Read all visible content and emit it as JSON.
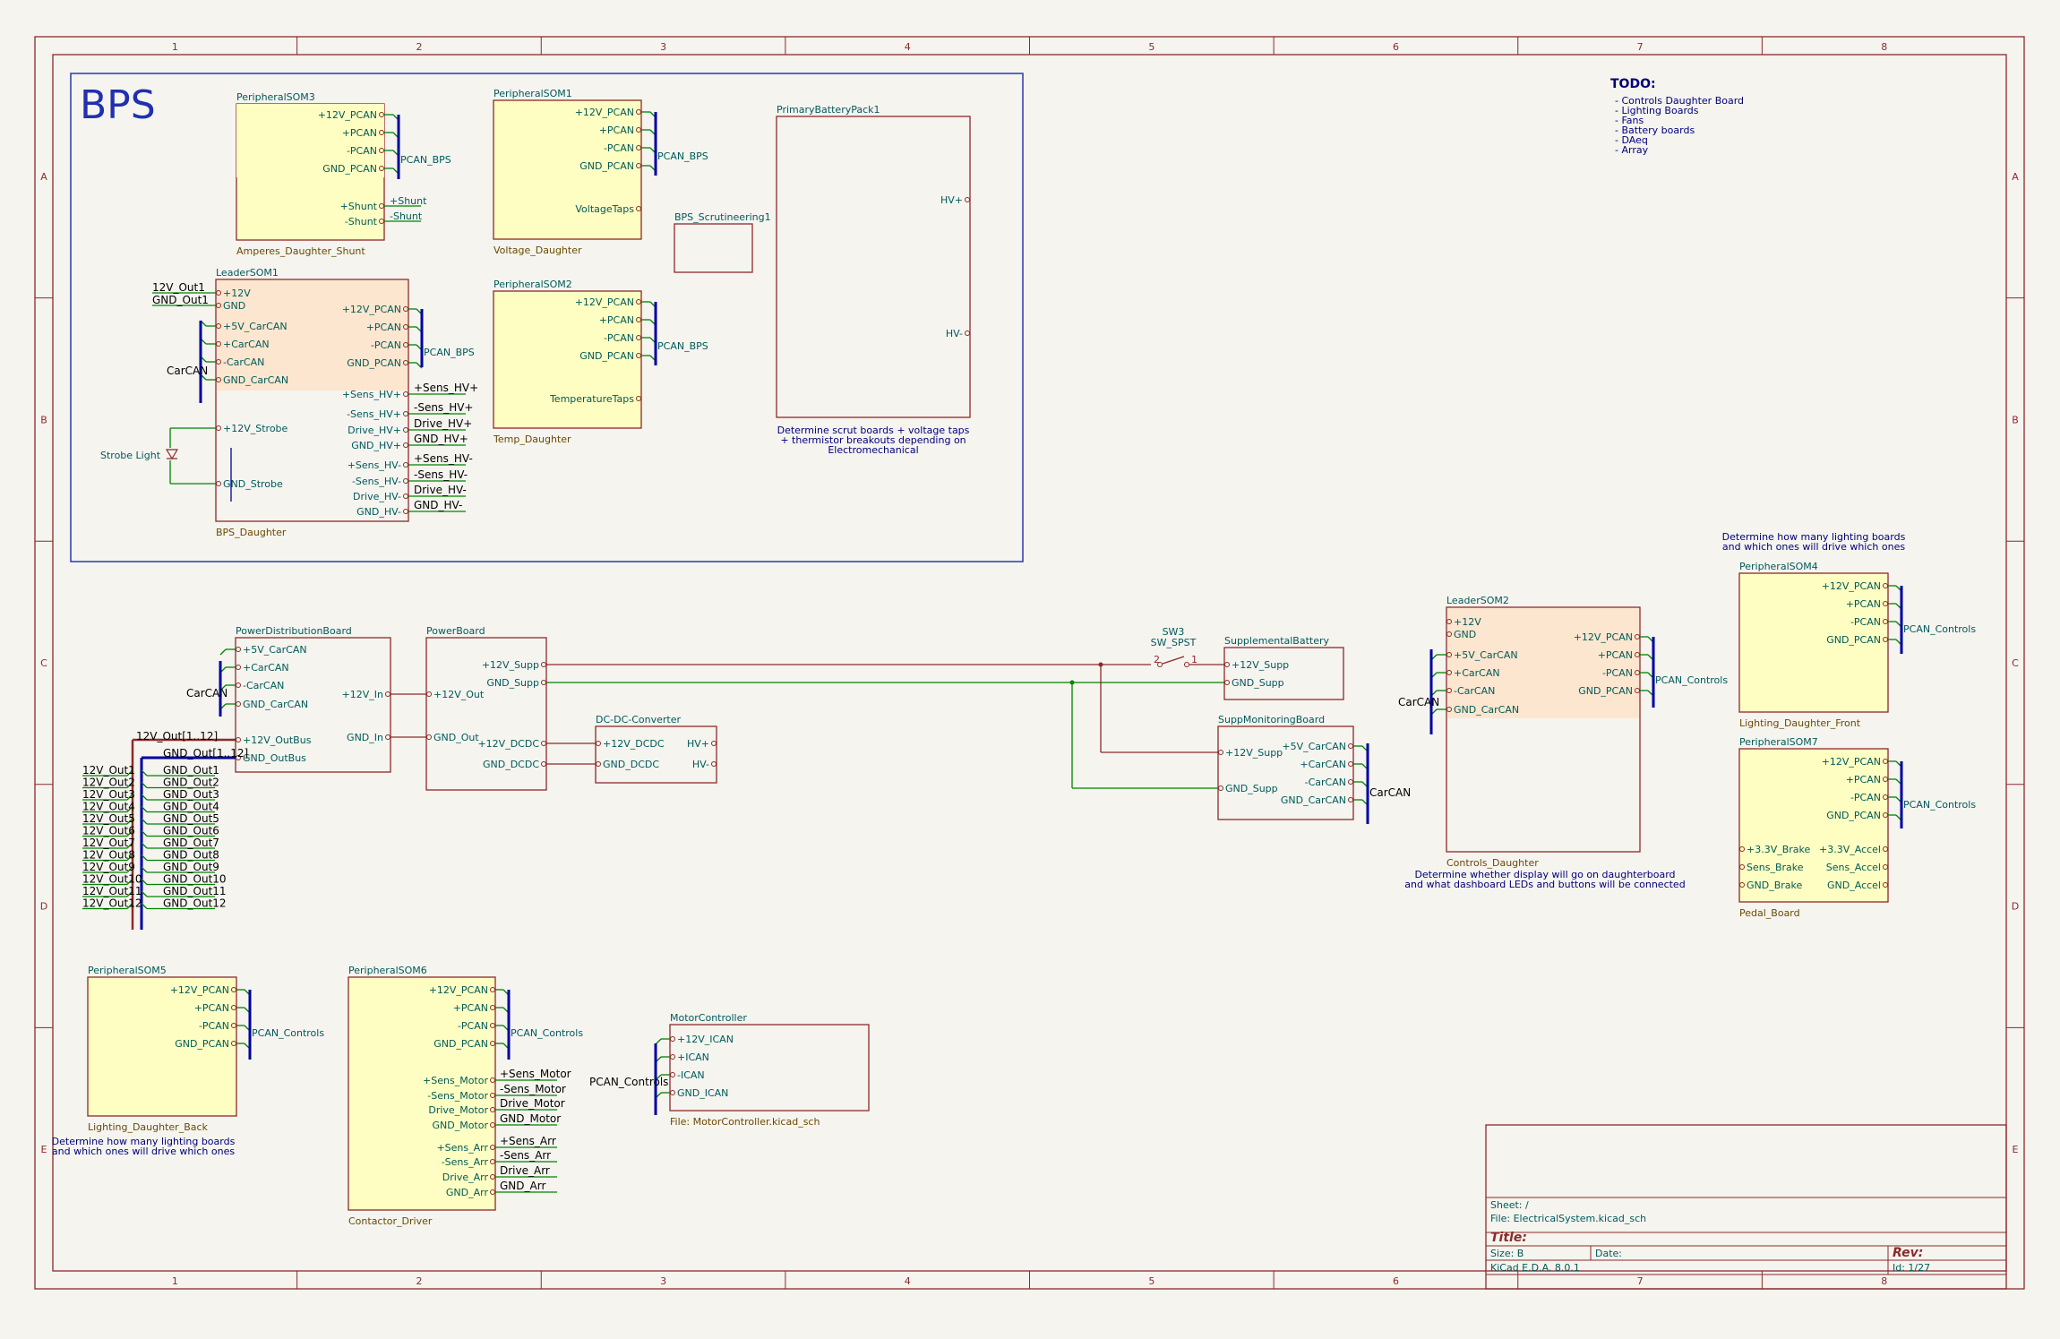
{
  "frame": {
    "cols": [
      "1",
      "2",
      "3",
      "4",
      "5",
      "6",
      "7",
      "8"
    ],
    "rows": [
      "A",
      "B",
      "C",
      "D",
      "E"
    ]
  },
  "bps_label": "BPS",
  "todo": {
    "title": "TODO:",
    "items": [
      "- Controls Daughter Board",
      "- Lighting Boards",
      "- Fans",
      "- Battery boards",
      "- DAeq",
      "- Array"
    ]
  },
  "sheets": {
    "ps3": {
      "name": "PeripheralSOM3",
      "file": "Amperes_Daughter_Shunt",
      "pins": [
        "+12V_PCAN",
        "+PCAN",
        "-PCAN",
        "GND_PCAN",
        "+Shunt",
        "-Shunt"
      ],
      "bus": "PCAN_BPS",
      "labels": [
        "+Shunt",
        "-Shunt"
      ]
    },
    "ps1": {
      "name": "PeripheralSOM1",
      "file": "Voltage_Daughter",
      "pins": [
        "+12V_PCAN",
        "+PCAN",
        "-PCAN",
        "GND_PCAN",
        "VoltageTaps"
      ],
      "bus": "PCAN_BPS"
    },
    "ps2": {
      "name": "PeripheralSOM2",
      "file": "Temp_Daughter",
      "pins": [
        "+12V_PCAN",
        "+PCAN",
        "-PCAN",
        "GND_PCAN",
        "TemperatureTaps"
      ],
      "bus": "PCAN_BPS"
    },
    "pbp": {
      "name": "PrimaryBatteryPack1",
      "pins": [
        "HV+",
        "HV-"
      ],
      "note": [
        "Determine scrut boards + voltage taps",
        "+ thermistor breakouts depending on",
        "Electromechanical"
      ]
    },
    "scrut": {
      "name": "BPS_Scrutineering1"
    },
    "ls1": {
      "name": "LeaderSOM1",
      "file": "BPS_Daughter",
      "left": [
        "+12V",
        "GND",
        "+5V_CarCAN",
        "+CarCAN",
        "-CarCAN",
        "GND_CarCAN",
        "+12V_Strobe",
        "GND_Strobe"
      ],
      "right": [
        "+12V_PCAN",
        "+PCAN",
        "-PCAN",
        "GND_PCAN",
        "+Sens_HV+",
        "-Sens_HV+",
        "Drive_HV+",
        "GND_HV+",
        "+Sens_HV-",
        "-Sens_HV-",
        "Drive_HV-",
        "GND_HV-"
      ],
      "bus": "PCAN_BPS",
      "carcan": "CarCAN",
      "inlabels": [
        "12V_Out1",
        "GND_Out1"
      ],
      "outlabels": [
        "+Sens_HV+",
        "-Sens_HV+",
        "Drive_HV+",
        "GND_HV+",
        "+Sens_HV-",
        "-Sens_HV-",
        "Drive_HV-",
        "GND_HV-"
      ],
      "strobe": "Strobe Light"
    },
    "pdb": {
      "name": "PowerDistributionBoard",
      "left": [
        "+5V_CarCAN",
        "+CarCAN",
        "-CarCAN",
        "GND_CarCAN",
        "+12V_OutBus",
        "GND_OutBus"
      ],
      "right": [
        "+12V_In",
        "GND_In"
      ],
      "carcan": "CarCAN",
      "bus12": "12V_Out[1..12]",
      "busgnd": "GND_Out[1..12]",
      "out12": [
        "12V_Out1",
        "12V_Out2",
        "12V_Out3",
        "12V_Out4",
        "12V_Out5",
        "12V_Out6",
        "12V_Out7",
        "12V_Out8",
        "12V_Out9",
        "12V_Out10",
        "12V_Out11",
        "12V_Out12"
      ],
      "outgnd": [
        "GND_Out1",
        "GND_Out2",
        "GND_Out3",
        "GND_Out4",
        "GND_Out5",
        "GND_Out6",
        "GND_Out7",
        "GND_Out8",
        "GND_Out9",
        "GND_Out10",
        "GND_Out11",
        "GND_Out12"
      ]
    },
    "pb": {
      "name": "PowerBoard",
      "left": [
        "+12V_Out",
        "GND_Out"
      ],
      "right": [
        "+12V_Supp",
        "GND_Supp",
        "+12V_DCDC",
        "GND_DCDC"
      ]
    },
    "dcdc": {
      "name": "DC-DC-Converter",
      "left": [
        "+12V_DCDC",
        "GND_DCDC"
      ],
      "right": [
        "HV+",
        "HV-"
      ]
    },
    "sw": {
      "ref": "SW3",
      "val": "SW_SPST"
    },
    "sb": {
      "name": "SupplementalBattery",
      "pins": [
        "+12V_Supp",
        "GND_Supp"
      ]
    },
    "smb": {
      "name": "SuppMonitoringBoard",
      "left": [
        "+12V_Supp",
        "GND_Supp"
      ],
      "right": [
        "+5V_CarCAN",
        "+CarCAN",
        "-CarCAN",
        "GND_CarCAN"
      ],
      "carcan": "CarCAN"
    },
    "ls2": {
      "name": "LeaderSOM2",
      "file": "Controls_Daughter",
      "left": [
        "+12V",
        "GND",
        "+5V_CarCAN",
        "+CarCAN",
        "-CarCAN",
        "GND_CarCAN"
      ],
      "right": [
        "+12V_PCAN",
        "+PCAN",
        "-PCAN",
        "GND_PCAN"
      ],
      "bus": "PCAN_Controls",
      "carcan": "CarCAN",
      "note": [
        "Determine whether display will go on daughterboard",
        "and what dashboard LEDs and buttons will be connected"
      ]
    },
    "ps4": {
      "name": "PeripheralSOM4",
      "file": "Lighting_Daughter_Front",
      "pins": [
        "+12V_PCAN",
        "+PCAN",
        "-PCAN",
        "GND_PCAN"
      ],
      "bus": "PCAN_Controls",
      "note": [
        "Determine how many lighting boards",
        "and which ones will drive which ones"
      ]
    },
    "ps7": {
      "name": "PeripheralSOM7",
      "file": "Pedal_Board",
      "pins": [
        "+12V_PCAN",
        "+PCAN",
        "-PCAN",
        "GND_PCAN"
      ],
      "bus": "PCAN_Controls",
      "left": [
        "+3.3V_Brake",
        "Sens_Brake",
        "GND_Brake"
      ],
      "right": [
        "+3.3V_Accel",
        "Sens_Accel",
        "GND_Accel"
      ]
    },
    "ps5": {
      "name": "PeripheralSOM5",
      "file": "Lighting_Daughter_Back",
      "pins": [
        "+12V_PCAN",
        "+PCAN",
        "-PCAN",
        "GND_PCAN"
      ],
      "bus": "PCAN_Controls",
      "note": [
        "Determine how many lighting boards",
        "and which ones will drive which ones"
      ]
    },
    "ps6": {
      "name": "PeripheralSOM6",
      "file": "Contactor_Driver",
      "pins": [
        "+12V_PCAN",
        "+PCAN",
        "-PCAN",
        "GND_PCAN",
        "+Sens_Motor",
        "-Sens_Motor",
        "Drive_Motor",
        "GND_Motor",
        "+Sens_Arr",
        "-Sens_Arr",
        "Drive_Arr",
        "GND_Arr"
      ],
      "bus": "PCAN_Controls",
      "labels": [
        "+Sens_Motor",
        "-Sens_Motor",
        "Drive_Motor",
        "GND_Motor",
        "+Sens_Arr",
        "-Sens_Arr",
        "Drive_Arr",
        "GND_Arr"
      ]
    },
    "mc": {
      "name": "MotorController",
      "file": "File: MotorController.kicad_sch",
      "pins": [
        "+12V_ICAN",
        "+ICAN",
        "-ICAN",
        "GND_ICAN"
      ],
      "bus": "PCAN_Controls"
    }
  },
  "titleblock": {
    "sheet": "Sheet: /",
    "file": "File: ElectricalSystem.kicad_sch",
    "title": "Title:",
    "size": "Size: B",
    "date": "Date:",
    "rev": "Rev:",
    "tool": "KiCad E.D.A. 8.0.1",
    "id": "Id: 1/27"
  },
  "colors": {
    "frame": "#8c2a2a",
    "sheetFill": "#fffec2",
    "leaderFill": "#fde6cf",
    "wire": "#008400",
    "bus": "#0000a0",
    "bpsBox": "#2a3ab0"
  }
}
